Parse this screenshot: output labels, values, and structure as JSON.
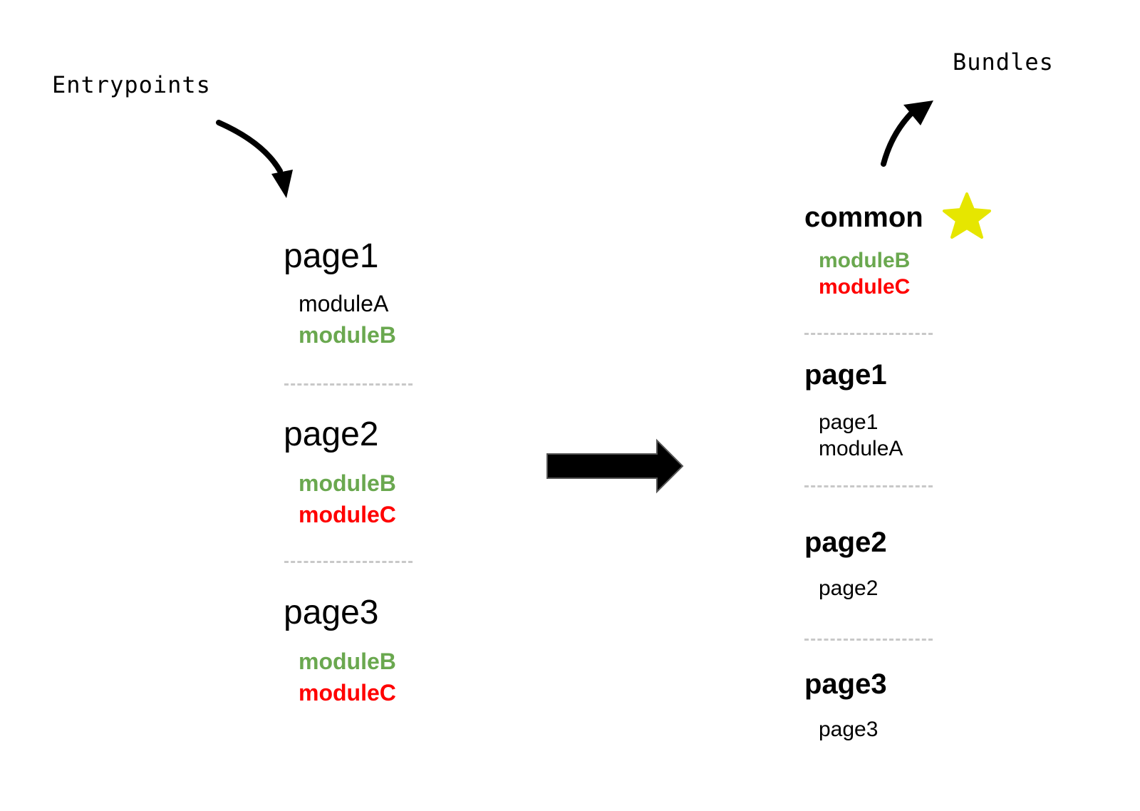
{
  "labels": {
    "entrypoints": "Entrypoints",
    "bundles": "Bundles"
  },
  "entrypoints": [
    {
      "title": "page1",
      "modules": [
        {
          "text": "moduleA",
          "color": "black"
        },
        {
          "text": "moduleB",
          "color": "green"
        }
      ]
    },
    {
      "title": "page2",
      "modules": [
        {
          "text": "moduleB",
          "color": "green"
        },
        {
          "text": "moduleC",
          "color": "red"
        }
      ]
    },
    {
      "title": "page3",
      "modules": [
        {
          "text": "moduleB",
          "color": "green"
        },
        {
          "text": "moduleC",
          "color": "red"
        }
      ]
    }
  ],
  "bundles": [
    {
      "title": "common",
      "modules": [
        {
          "text": "moduleB",
          "color": "green"
        },
        {
          "text": "moduleC",
          "color": "red"
        }
      ]
    },
    {
      "title": "page1",
      "modules": [
        {
          "text": "page1",
          "color": "black"
        },
        {
          "text": "moduleA",
          "color": "black"
        }
      ]
    },
    {
      "title": "page2",
      "modules": [
        {
          "text": "page2",
          "color": "black"
        }
      ]
    },
    {
      "title": "page3",
      "modules": [
        {
          "text": "page3",
          "color": "black"
        }
      ]
    }
  ],
  "colors": {
    "green": "#6aa84f",
    "red": "#ff0000",
    "star": "#e6e600",
    "separator": "#c8c8c8"
  },
  "icons": {
    "star": "star-icon",
    "arrow": "right-arrow-icon"
  }
}
